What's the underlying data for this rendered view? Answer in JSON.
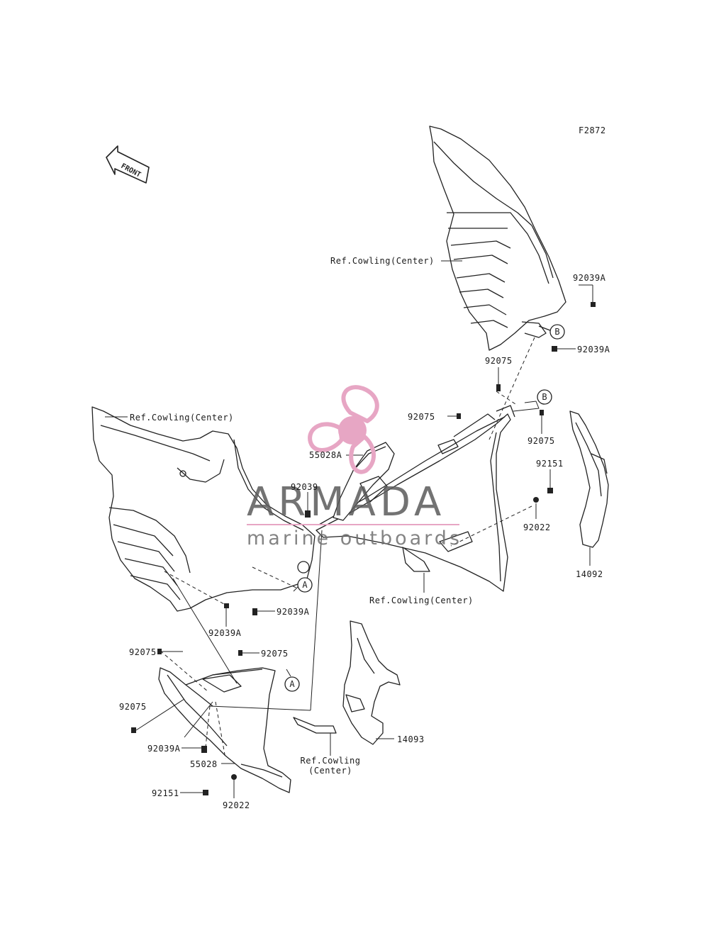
{
  "figure_code": "F2872",
  "front_label": "FRONT",
  "watermark": {
    "brand": "ARMADA",
    "tagline": "marine outboards",
    "accent_color": "#e7a6c4"
  },
  "callouts": {
    "ref_cowling_top": "Ref.Cowling(Center)",
    "ref_cowling_left": "Ref.Cowling(Center)",
    "ref_cowling_mid": "Ref.Cowling(Center)",
    "ref_cowling_bottom_line1": "Ref.Cowling",
    "ref_cowling_bottom_line2": "(Center)",
    "p92039a_1": "92039A",
    "p92039a_2": "92039A",
    "p92039a_3": "92039A",
    "p92039a_4": "92039A",
    "p92039a_5": "92039A",
    "p92075_1": "92075",
    "p92075_2": "92075",
    "p92075_3": "92075",
    "p92075_4": "92075",
    "p92075_5": "92075",
    "p92075_6": "92075",
    "p55028a": "55028A",
    "p92039": "92039",
    "p92151_1": "92151",
    "p92151_2": "92151",
    "p92022_1": "92022",
    "p92022_2": "92022",
    "p14092": "14092",
    "p14093": "14093",
    "p55028": "55028"
  },
  "markers": {
    "a": "A",
    "b": "B"
  }
}
